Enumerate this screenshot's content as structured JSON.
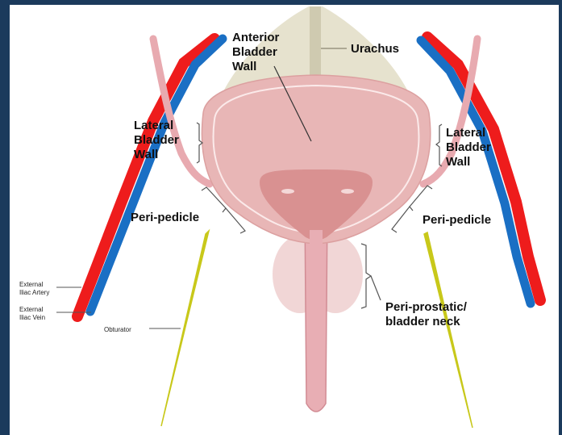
{
  "labels": {
    "anterior_bladder_wall": "Anterior\nBladder\nWall",
    "urachus": "Urachus",
    "lateral_bladder_wall_left": "Lateral\nBladder\nWall",
    "lateral_bladder_wall_right": "Lateral\nBladder\nWall",
    "peri_pedicle_left": "Peri-pedicle",
    "peri_pedicle_right": "Peri-pedicle",
    "peri_prostatic": "Peri-prostatic/\nbladder neck",
    "external_iliac_artery": "External\nIliac Artery",
    "external_iliac_vein": "External\nIliac Vein",
    "obturator": "Obturator"
  },
  "colors": {
    "background": "#1b3a5c",
    "artery": "#ee1c1c",
    "vein": "#1a6fc4",
    "bladder": "#e8b4b4",
    "urachus_tissue": "#e4e0cc",
    "trigone": "#d99191",
    "nerve": "#c8c81a"
  }
}
